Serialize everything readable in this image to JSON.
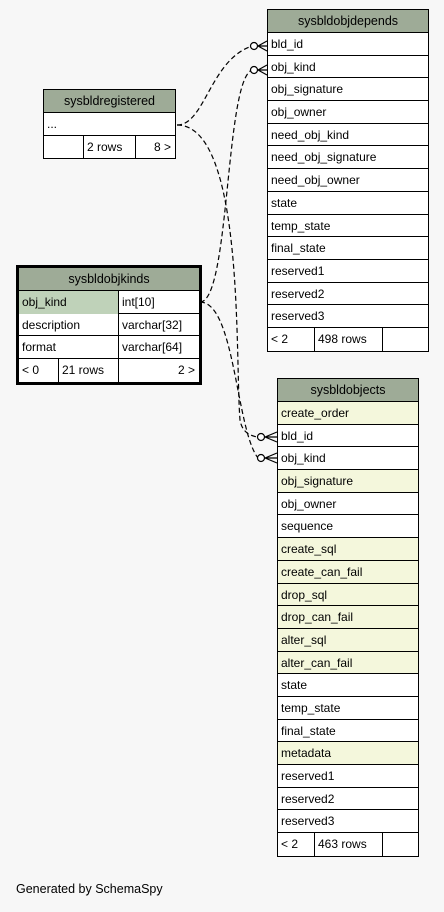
{
  "footer": "Generated by SchemaSpy",
  "tables": {
    "sysbldregistered": {
      "name": "sysbldregistered",
      "rows": [
        "..."
      ],
      "footer": [
        "",
        "2 rows",
        "8 >"
      ]
    },
    "sysbldobjkinds": {
      "name": "sysbldobjkinds",
      "columns": [
        {
          "name": "obj_kind",
          "type": "int[10]"
        },
        {
          "name": "description",
          "type": "varchar[32]"
        },
        {
          "name": "format",
          "type": "varchar[64]"
        }
      ],
      "footer": [
        "< 0",
        "21 rows",
        "2 >"
      ]
    },
    "sysbldobjdepends": {
      "name": "sysbldobjdepends",
      "rows": [
        "bld_id",
        "obj_kind",
        "obj_signature",
        "obj_owner",
        "need_obj_kind",
        "need_obj_signature",
        "need_obj_owner",
        "state",
        "temp_state",
        "final_state",
        "reserved1",
        "reserved2",
        "reserved3"
      ],
      "footer": [
        "< 2",
        "498 rows",
        ""
      ]
    },
    "sysbldobjects": {
      "name": "sysbldobjects",
      "rows": [
        "create_order",
        "bld_id",
        "obj_kind",
        "obj_signature",
        "obj_owner",
        "sequence",
        "create_sql",
        "create_can_fail",
        "drop_sql",
        "drop_can_fail",
        "alter_sql",
        "alter_can_fail",
        "state",
        "temp_state",
        "final_state",
        "metadata",
        "reserved1",
        "reserved2",
        "reserved3"
      ],
      "highlighted": [
        "create_order",
        "obj_signature",
        "create_sql",
        "create_can_fail",
        "drop_sql",
        "drop_can_fail",
        "alter_sql",
        "alter_can_fail",
        "metadata"
      ],
      "footer": [
        "< 2",
        "463 rows",
        ""
      ]
    }
  },
  "colors": {
    "header": "#9eab97",
    "primary_key": "#bfd2b9",
    "indexed": "#f4f7dc",
    "background": "#f7f7f7"
  }
}
